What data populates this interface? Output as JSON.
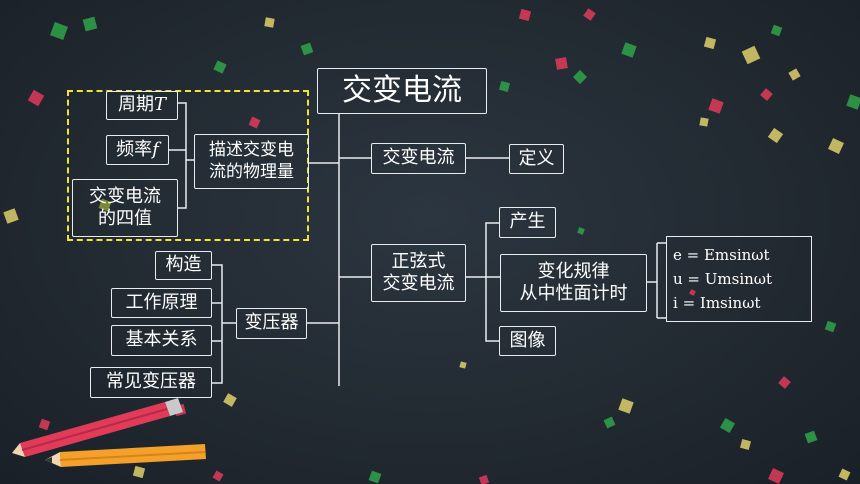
{
  "title": "交变电流",
  "describe": {
    "label": "描述交变电\n流的物理量",
    "items": {
      "period": "周期",
      "period_sym": "T",
      "freq": "频率",
      "freq_sym": "f",
      "four": "交变电流\n的四值"
    }
  },
  "transformer": {
    "label": "变压器",
    "items": [
      "构造",
      "工作原理",
      "基本关系",
      "常见变压器"
    ]
  },
  "ac": {
    "label": "交变电流",
    "definition": "定义"
  },
  "sine": {
    "label": "正弦式\n交变电流",
    "produce": "产生",
    "law": "变化规律\n从中性面计时",
    "graph": "图像",
    "formulas": [
      "e = Emsinωt",
      "u = Umsinωt",
      "i = Imsinωt"
    ]
  }
}
